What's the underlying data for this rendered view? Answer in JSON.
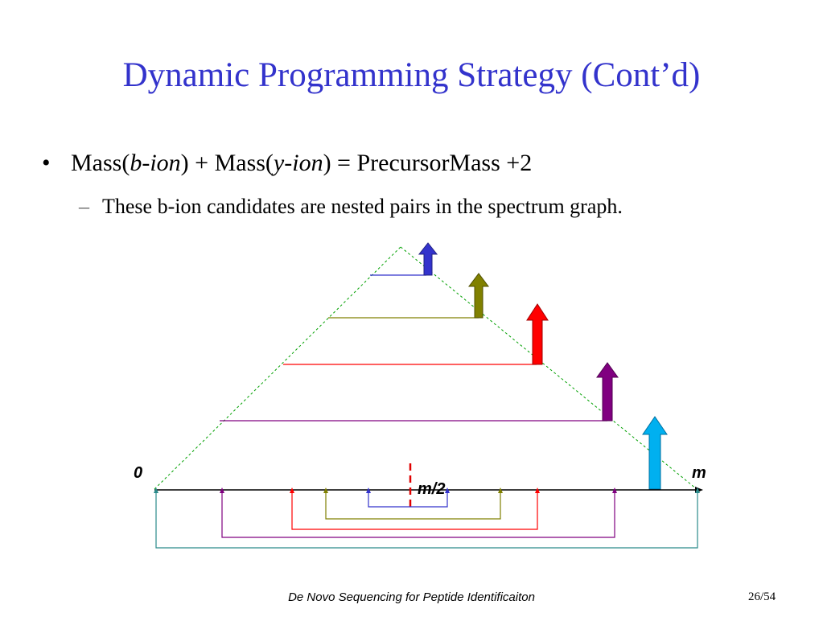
{
  "title": "Dynamic Programming Strategy (Cont’d)",
  "bullet1": {
    "p1": "Mass(",
    "b_ion": "b-ion",
    "p2": ") + Mass(",
    "y_ion": "y-ion",
    "p3": ") = PrecursorMass +2"
  },
  "bullet2": {
    "dash": "–",
    "text": "These b-ion candidates are nested pairs in the spectrum graph."
  },
  "diagram": {
    "label_zero": "0",
    "label_m": "m",
    "label_mid": "m/2",
    "colors": {
      "blue": "#3333cc",
      "olive": "#808000",
      "red": "#ff0000",
      "purple": "#800080",
      "cyan": "#00b0f0",
      "teal": "#2a8a8a",
      "dashed_green": "#00a000",
      "midline_red": "#e00000"
    }
  },
  "footer": {
    "text": "De Novo Sequencing for Peptide Identificaiton",
    "page": "26/54"
  }
}
